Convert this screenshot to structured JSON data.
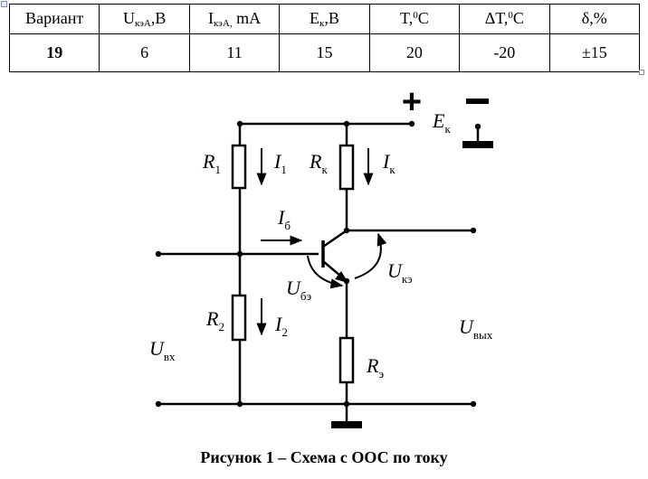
{
  "table": {
    "headers": [
      {
        "main": "Вариант",
        "sub": "",
        "rest": "",
        "sup": "",
        "tail": ""
      },
      {
        "main": "U",
        "sub": "кэА",
        "rest": ",B",
        "sup": "",
        "tail": ""
      },
      {
        "main": "I",
        "sub": "кэА,",
        "rest": " mA",
        "sup": "",
        "tail": ""
      },
      {
        "main": "E",
        "sub": "к",
        "rest": ",B",
        "sup": "",
        "tail": ""
      },
      {
        "main": "T,",
        "sub": "",
        "rest": "",
        "sup": "0",
        "tail": "C"
      },
      {
        "main": "ΔT,",
        "sub": "",
        "rest": "",
        "sup": "0",
        "tail": "C"
      },
      {
        "main": "δ,%",
        "sub": "",
        "rest": "",
        "sup": "",
        "tail": ""
      }
    ],
    "values": [
      "19",
      "6",
      "11",
      "15",
      "20",
      "-20",
      "±15"
    ]
  },
  "circuit": {
    "plus_sign": "+",
    "minus_sign": "−",
    "labels": {
      "ek": {
        "main": "E",
        "sub": "к"
      },
      "r1": {
        "main": "R",
        "sub": "1"
      },
      "i1": {
        "main": "I",
        "sub": "1"
      },
      "rk": {
        "main": "R",
        "sub": "к"
      },
      "ik": {
        "main": "I",
        "sub": "к"
      },
      "ib": {
        "main": "I",
        "sub": "б"
      },
      "ube": {
        "main": "U",
        "sub": "бэ"
      },
      "uke": {
        "main": "U",
        "sub": "кэ"
      },
      "r2": {
        "main": "R",
        "sub": "2"
      },
      "i2": {
        "main": "I",
        "sub": "2"
      },
      "uin": {
        "main": "U",
        "sub": "вх"
      },
      "uout": {
        "main": "U",
        "sub": "вых"
      },
      "re": {
        "main": "R",
        "sub": "э"
      }
    }
  },
  "caption": "Рисунок 1 – Схема с ООС по току"
}
